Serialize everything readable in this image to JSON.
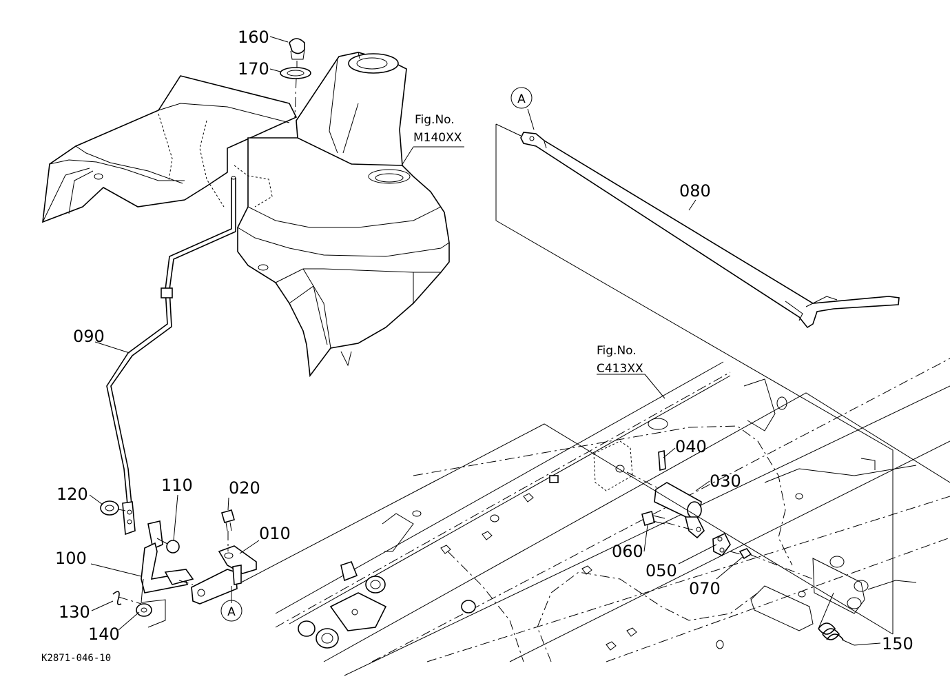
{
  "diagram_code": "K2871-046-10",
  "figure_refs": [
    {
      "id": "ref-m140",
      "caption": "Fig.No.",
      "code": "M140XX"
    },
    {
      "id": "ref-c413",
      "caption": "Fig.No.",
      "code": "C413XX"
    }
  ],
  "view_markers": [
    {
      "id": "a-top",
      "letter": "A"
    },
    {
      "id": "a-bottom",
      "letter": "A"
    }
  ],
  "parts": [
    {
      "id": "160",
      "label": "160"
    },
    {
      "id": "170",
      "label": "170"
    },
    {
      "id": "080",
      "label": "080"
    },
    {
      "id": "090",
      "label": "090"
    },
    {
      "id": "120",
      "label": "120"
    },
    {
      "id": "110",
      "label": "110"
    },
    {
      "id": "020",
      "label": "020"
    },
    {
      "id": "010",
      "label": "010"
    },
    {
      "id": "100",
      "label": "100"
    },
    {
      "id": "130",
      "label": "130"
    },
    {
      "id": "140",
      "label": "140"
    },
    {
      "id": "040",
      "label": "040"
    },
    {
      "id": "030",
      "label": "030"
    },
    {
      "id": "060",
      "label": "060"
    },
    {
      "id": "050",
      "label": "050"
    },
    {
      "id": "070",
      "label": "070"
    },
    {
      "id": "150",
      "label": "150"
    }
  ]
}
